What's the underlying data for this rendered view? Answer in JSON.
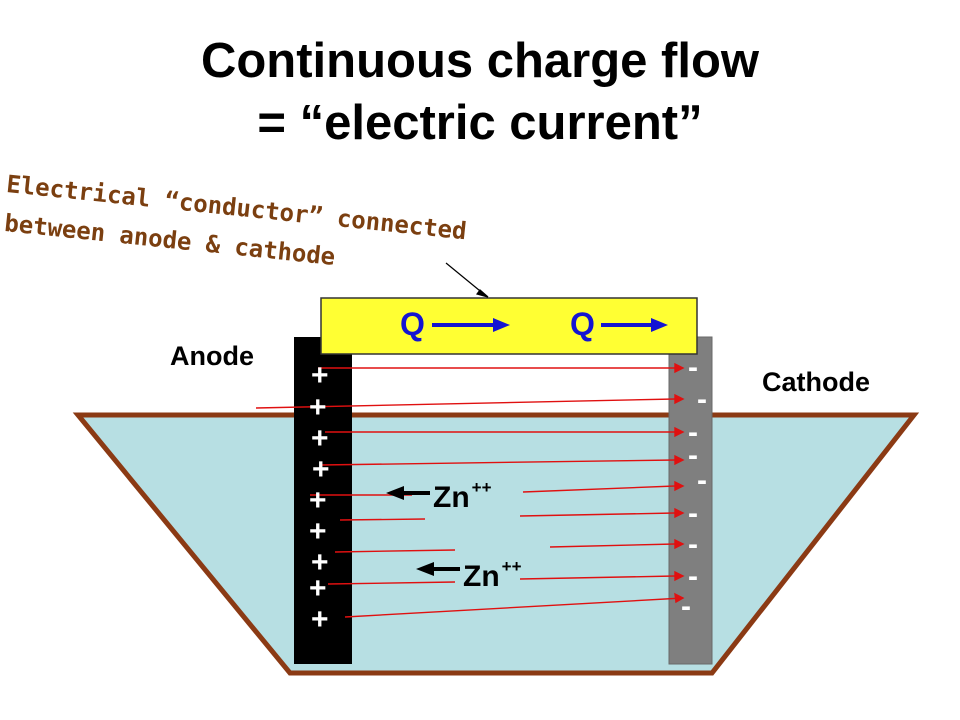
{
  "title": {
    "line1": "Continuous charge flow",
    "line2": "= “electric current”"
  },
  "callout": {
    "line1": "Electrical “conductor” connected",
    "line2": "between anode & cathode",
    "color": "#7b3f10"
  },
  "electrodes": {
    "anode_label": "Anode",
    "cathode_label": "Cathode",
    "anode_color": "#000000",
    "cathode_color": "#7f7f7f"
  },
  "conductor": {
    "color": "#ffff33",
    "charge_labels": [
      "Q",
      "Q"
    ],
    "arrow_color": "#1414d2"
  },
  "ions": [
    {
      "symbol": "Zn",
      "charge": "++"
    },
    {
      "symbol": "Zn",
      "charge": "++"
    }
  ],
  "anode_charges": [
    "+",
    "+",
    "+",
    "+",
    "+",
    "+",
    "+",
    "+",
    "+"
  ],
  "cathode_charges": [
    "-",
    "-",
    "-",
    "-",
    "-",
    "-",
    "-",
    "-",
    "-"
  ],
  "colors": {
    "electrolyte": "#b7dfe3",
    "container_outline": "#8b3a14",
    "field_lines": "#e01010"
  }
}
